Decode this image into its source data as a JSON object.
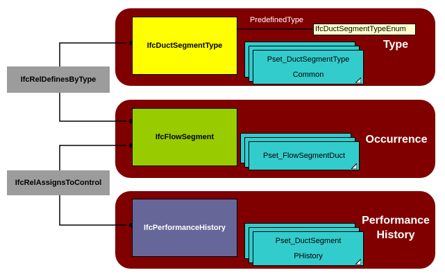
{
  "type_band": {
    "label": "Type",
    "entity": "IfcDuctSegmentType",
    "attribute_label": "PredefinedType",
    "enum_label": "IfcDuctSegmentTypeEnum",
    "pset_line1": "Pset_DuctSegmentType",
    "pset_line2": "Common"
  },
  "occurrence_band": {
    "label": "Occurrence",
    "entity": "IfcFlowSegment",
    "pset_line1": "Pset_FlowSegmentDuct"
  },
  "performance_band": {
    "label_line1": "Performance",
    "label_line2": "History",
    "entity": "IfcPerformanceHistory",
    "pset_line1": "Pset_DuctSegment",
    "pset_line2": "PHistory"
  },
  "relations": {
    "defines_by_type": "IfcRelDefinesByType",
    "assigns_to_control": "IfcRelAssignsToControl"
  },
  "colors": {
    "band": "#800000",
    "type_entity": "#ffff00",
    "occurrence_entity": "#99cc00",
    "performance_entity": "#666699",
    "pset": "#33cccc",
    "relation": "#9c9c9c"
  }
}
